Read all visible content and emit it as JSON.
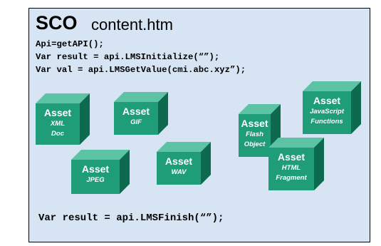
{
  "title": {
    "main": "SCO",
    "file": "content.htm"
  },
  "code": {
    "lines": [
      "Api=getAPI();",
      "Var result = api.LMSInitialize(“”);",
      "Var val = api.LMSGetValue(cmi.abc.xyz”);"
    ],
    "finish": "Var result = api.LMSFinish(“”);"
  },
  "colors": {
    "panel": "#d6e4f4",
    "cube_front": "#1f9c78",
    "cube_top": "#5cc4a4",
    "cube_side": "#0d6a4e"
  },
  "assets": [
    {
      "title": "Asset",
      "sub": [
        "XML",
        "Doc"
      ]
    },
    {
      "title": "Asset",
      "sub": [
        "GIF"
      ]
    },
    {
      "title": "Asset",
      "sub": [
        "JPEG"
      ]
    },
    {
      "title": "Asset",
      "sub": [
        "WAV"
      ]
    },
    {
      "title": "Asset",
      "sub": [
        "Flash",
        "Object"
      ]
    },
    {
      "title": "Asset",
      "sub": [
        "JavaScript",
        "Functions"
      ]
    },
    {
      "title": "Asset",
      "sub": [
        "HTML",
        "Fragment"
      ]
    }
  ]
}
